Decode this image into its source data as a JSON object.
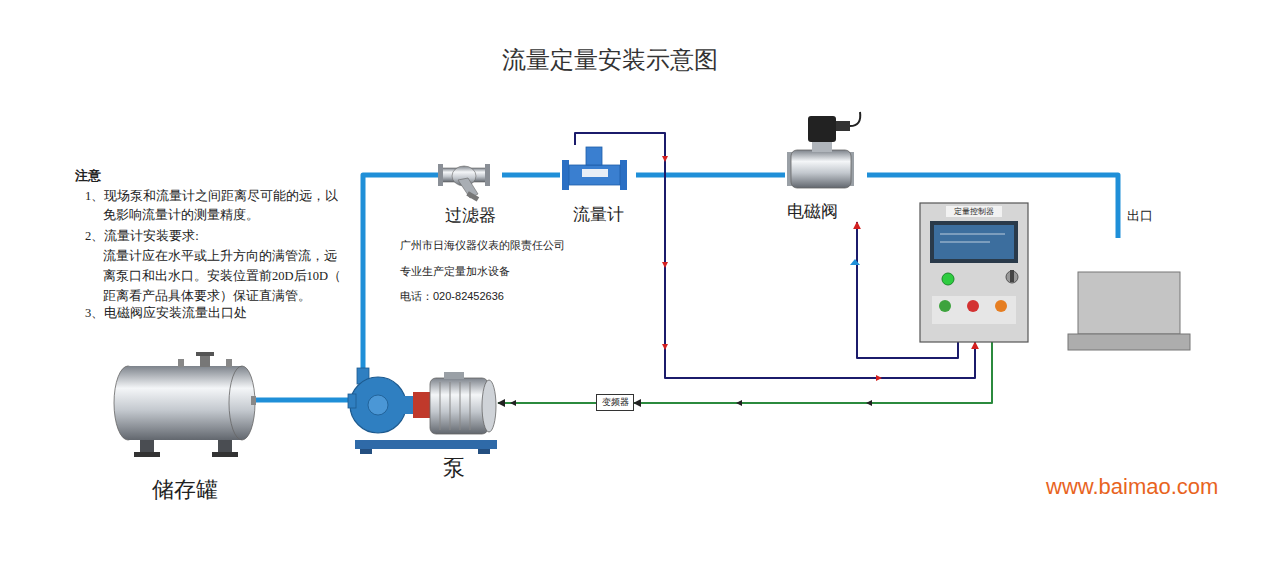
{
  "diagram": {
    "title": "流量定量安装示意图",
    "nodes": [
      {
        "text": [
          "储存罐"
        ]
      },
      {
        "text": [
          "泵"
        ]
      },
      {
        "text": [
          "过滤器"
        ]
      },
      {
        "text": [
          "流量计"
        ]
      },
      {
        "text": [
          "电磁阀"
        ]
      },
      {
        "text": [
          "出口"
        ]
      },
      {
        "text": [
          "定量控制器"
        ]
      },
      {
        "text": [
          "变频器"
        ]
      }
    ],
    "edges": [
      {
        "from": 0,
        "to": 1,
        "arrow": "none"
      },
      {
        "from": 1,
        "to": 2,
        "arrow": "none"
      },
      {
        "from": 2,
        "to": 3,
        "arrow": "none"
      },
      {
        "from": 3,
        "to": 4,
        "arrow": "none"
      },
      {
        "from": 4,
        "to": 5,
        "arrow": "none"
      },
      {
        "from": 3,
        "to": 6,
        "arrow": "to"
      },
      {
        "from": 6,
        "to": 4,
        "arrow": "to"
      },
      {
        "from": 6,
        "to": 7,
        "arrow": "to"
      },
      {
        "from": 7,
        "to": 1,
        "arrow": "to"
      }
    ],
    "labels": [
      "注意",
      "1、现场泵和流量计之间距离尽可能的远，以 免影响流量计的测量精度。",
      "2、流量计安装要求:",
      "流量计应在水平或上升方向的满管流，远 离泵口和出水口。安装位置前20D后10D（ 距离看产品具体要求）保证直满管。",
      "3、电磁阀应安装流量出口处",
      "广州市日海仪器仪表的限责任公司",
      "专业生产定量加水设备",
      "电话：020-82452636",
      "www.baimao.com"
    ]
  }
}
